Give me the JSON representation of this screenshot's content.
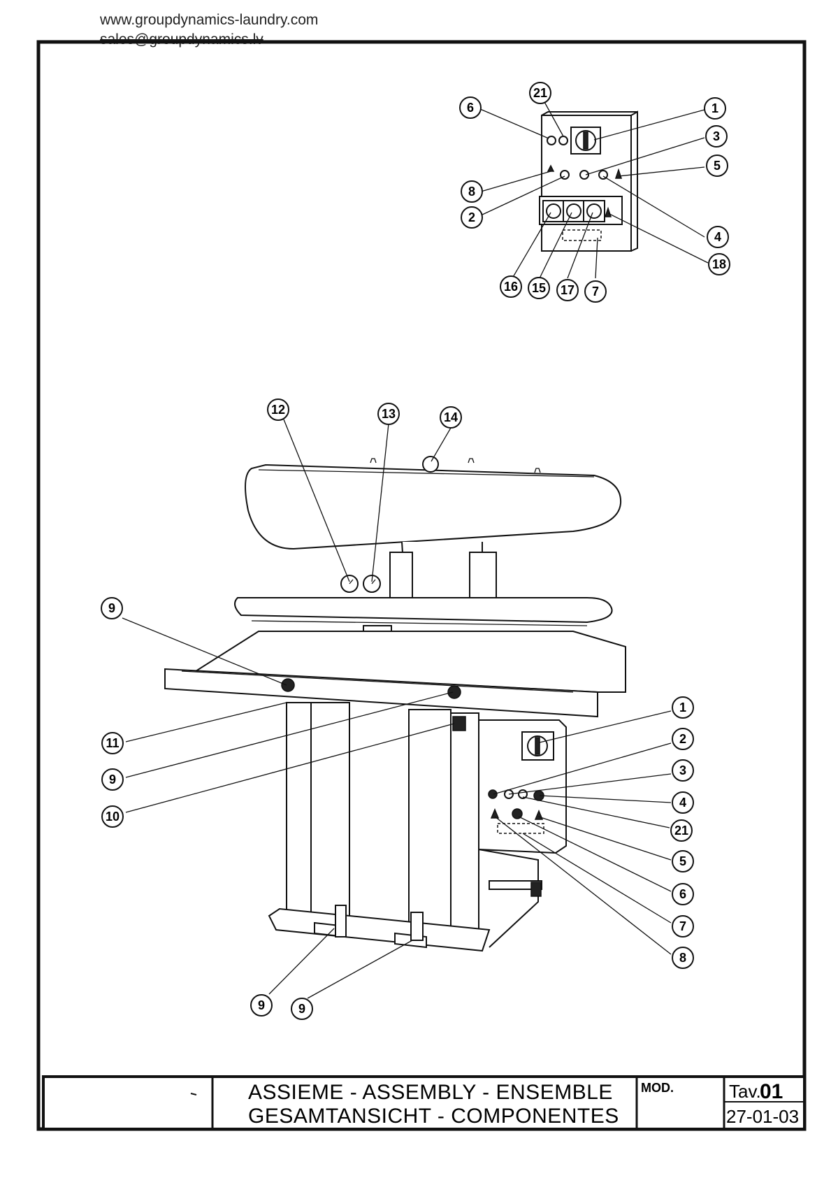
{
  "header": {
    "website": "www.groupdynamics-laundry.com",
    "email": "sales@groupdynamics.lv"
  },
  "panel_callouts": [
    "21",
    "6",
    "1",
    "3",
    "5",
    "8",
    "2",
    "4",
    "18",
    "16",
    "15",
    "17",
    "7"
  ],
  "machine_callouts": [
    "12",
    "13",
    "14",
    "9",
    "11",
    "9",
    "10",
    "1",
    "2",
    "3",
    "4",
    "21",
    "5",
    "6",
    "7",
    "8",
    "9",
    "9"
  ],
  "title_block": {
    "title_line1": "ASSIEME - ASSEMBLY - ENSEMBLE",
    "title_line2": "GESAMTANSICHT - COMPONENTES",
    "mod_label": "MOD.",
    "tav_label": "Tav.",
    "tav_number": "01",
    "date": "27-01-03"
  }
}
